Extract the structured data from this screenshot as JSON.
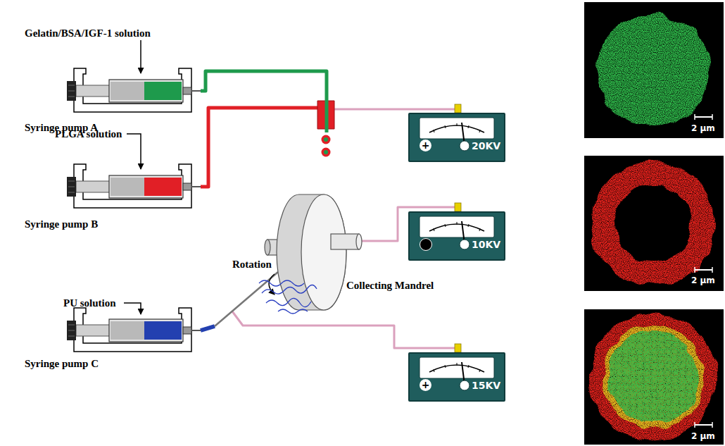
{
  "diagram": {
    "nodes": [
      {
        "text": [
          "Syringe pump A"
        ]
      },
      {
        "text": [
          "Syringe pump B"
        ]
      },
      {
        "text": [
          "Syringe pump C"
        ]
      },
      {
        "text": [
          "+",
          "20KV"
        ]
      },
      {
        "text": [
          "10KV"
        ]
      },
      {
        "text": [
          "+",
          "15KV"
        ]
      }
    ],
    "labels": [
      "Gelatin/BSA/IGF-1 solution",
      "PLGA solution",
      "Rotation",
      "Collecting Mandrel",
      "PU solution",
      "2 μm",
      "2 μm",
      "2 μm"
    ]
  }
}
